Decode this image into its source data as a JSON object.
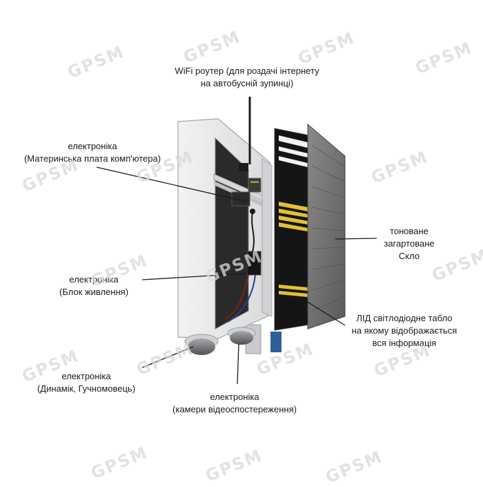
{
  "watermark": "GPSM",
  "labels": {
    "wifi": {
      "line1": "WiFi роутер (для роздачі інтернету",
      "line2": "на автобусній зупинці)"
    },
    "motherboard": {
      "line1": "електроніка",
      "line2": "(Материнська плата комп'ютера)"
    },
    "power": {
      "line1": "електроніка",
      "line2": "(Блок живлення)"
    },
    "speaker": {
      "line1": "електроніка",
      "line2": "(Динамік, Гучномовець)"
    },
    "cameras": {
      "line1": "електроніка",
      "line2": "(камери відеоспостереження)"
    },
    "glass": {
      "line1": "тоноване",
      "line2": "загартоване",
      "line3": "Скло"
    },
    "led": {
      "line1": "ЛІД світлодіодне табло",
      "line2": "на якому відображається",
      "line3": "вся інформація"
    }
  },
  "colors": {
    "housing": "#e2e3e5",
    "housing_edge": "#b9bbbe",
    "panel_dark": "#151515",
    "led_text": "#e0c232",
    "glass": "#6e6e6e",
    "leader": "#1a1a1a"
  }
}
